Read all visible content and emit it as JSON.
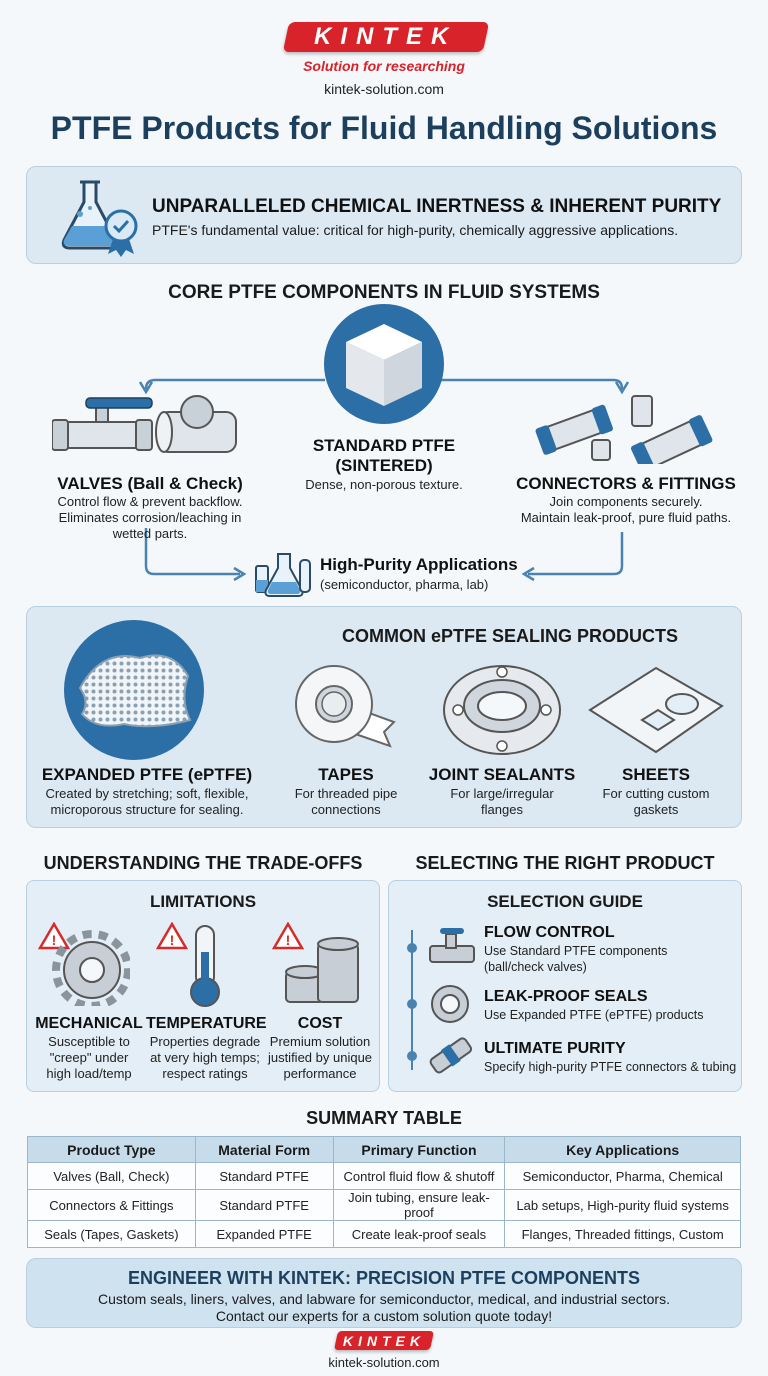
{
  "brand": {
    "logo_text": "KINTEK",
    "tagline": "Solution for researching",
    "url": "kintek-solution.com"
  },
  "page_title": "PTFE Products for Fluid Handling Solutions",
  "intro": {
    "title": "UNPARALLELED CHEMICAL INERTNESS & INHERENT PURITY",
    "text": "PTFE's fundamental value: critical for high-purity, chemically aggressive applications."
  },
  "core": {
    "heading": "CORE PTFE COMPONENTS IN FLUID SYSTEMS",
    "valves": {
      "title": "VALVES (Ball & Check)",
      "line1": "Control flow & prevent backflow.",
      "line2": "Eliminates corrosion/leaching in",
      "line3": "wetted parts."
    },
    "standard": {
      "title1": "STANDARD PTFE",
      "title2": "(SINTERED)",
      "text": "Dense, non-porous texture."
    },
    "connectors": {
      "title": "CONNECTORS & FITTINGS",
      "line1": "Join components securely.",
      "line2": "Maintain leak-proof, pure fluid paths."
    },
    "apps": {
      "title": "High-Purity Applications",
      "text": "(semiconductor, pharma, lab)"
    }
  },
  "eptfe": {
    "heading": "COMMON ePTFE SEALING PRODUCTS",
    "main": {
      "title": "EXPANDED PTFE (ePTFE)",
      "line1": "Created by stretching; soft, flexible,",
      "line2": "microporous structure for sealing."
    },
    "tapes": {
      "title": "TAPES",
      "line1": "For threaded pipe",
      "line2": "connections"
    },
    "joint": {
      "title": "JOINT SEALANTS",
      "line1": "For large/irregular",
      "line2": "flanges"
    },
    "sheets": {
      "title": "SHEETS",
      "line1": "For cutting custom",
      "line2": "gaskets"
    }
  },
  "tradeoffs": {
    "heading": "UNDERSTANDING THE TRADE-OFFS",
    "sub": "LIMITATIONS",
    "mechanical": {
      "title": "MECHANICAL",
      "line1": "Susceptible to",
      "line2": "\"creep\" under",
      "line3": "high load/temp"
    },
    "temperature": {
      "title": "TEMPERATURE",
      "line1": "Properties degrade",
      "line2": "at very high temps;",
      "line3": "respect ratings"
    },
    "cost": {
      "title": "COST",
      "line1": "Premium solution",
      "line2": "justified by unique",
      "line3": "performance"
    }
  },
  "selection": {
    "heading": "SELECTING THE RIGHT PRODUCT",
    "sub": "SELECTION GUIDE",
    "flow": {
      "title": "FLOW CONTROL",
      "line1": "Use Standard PTFE components",
      "line2": "(ball/check valves)"
    },
    "seals": {
      "title": "LEAK-PROOF SEALS",
      "line1": "Use Expanded PTFE (ePTFE) products"
    },
    "purity": {
      "title": "ULTIMATE PURITY",
      "line1": "Specify high-purity PTFE connectors & tubing"
    }
  },
  "summary": {
    "heading": "SUMMARY TABLE",
    "headers": [
      "Product Type",
      "Material Form",
      "Primary Function",
      "Key Applications"
    ],
    "rows": [
      [
        "Valves (Ball, Check)",
        "Standard PTFE",
        "Control fluid flow & shutoff",
        "Semiconductor, Pharma, Chemical"
      ],
      [
        "Connectors & Fittings",
        "Standard PTFE",
        "Join tubing, ensure leak-proof",
        "Lab setups, High-purity fluid systems"
      ],
      [
        "Seals (Tapes, Gaskets)",
        "Expanded PTFE",
        "Create leak-proof seals",
        "Flanges, Threaded fittings, Custom"
      ]
    ]
  },
  "cta": {
    "title": "ENGINEER WITH KINTEK: PRECISION PTFE COMPONENTS",
    "line1": "Custom seals, liners, valves, and labware for semiconductor, medical, and industrial sectors.",
    "line2": "Contact our experts for a custom solution quote today!"
  },
  "colors": {
    "brand_red": "#d8232a",
    "title_blue": "#1d3f5e",
    "panel_blue": "#dce9f3",
    "accent_blue": "#2c6ea6"
  }
}
